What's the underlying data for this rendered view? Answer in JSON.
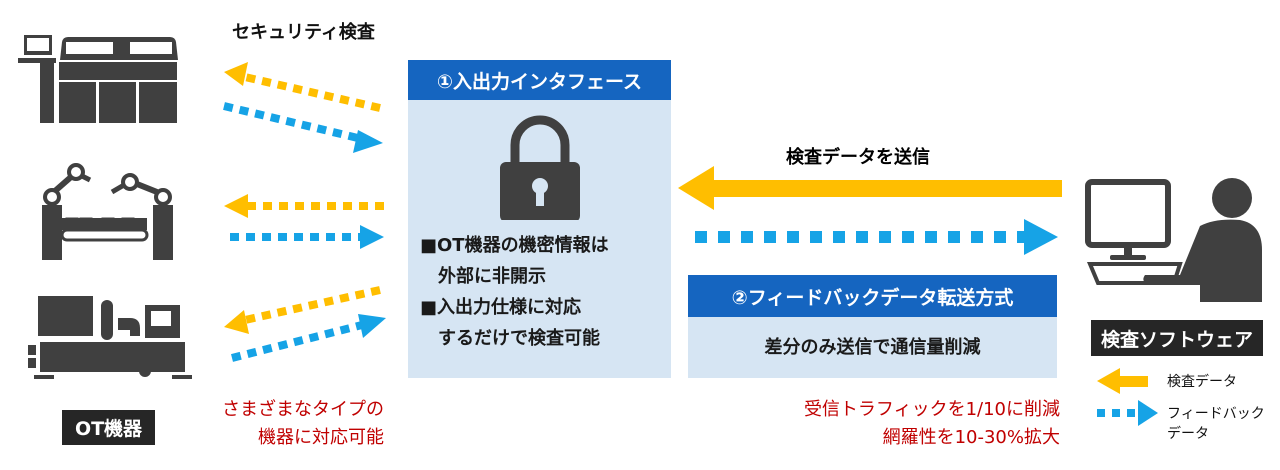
{
  "title": "セキュリティ検査",
  "interface_panel": {
    "header": "①入出力インタフェース",
    "lines": [
      "■OT機器の機密情報は",
      "　外部に非開示",
      "■入出力仕様に対応",
      "　するだけで検査可能"
    ]
  },
  "send_label": "検査データを送信",
  "feedback_panel": {
    "header": "②フィードバックデータ転送方式",
    "body": "差分のみ送信で通信量削減"
  },
  "ot_label": "OT機器",
  "ot_note": [
    "さまざまなタイプの",
    "機器に対応可能"
  ],
  "software_label": "検査ソフトウェア",
  "right_note": [
    "受信トラフィックを1/10に削減",
    "網羅性を10-30%拡大"
  ],
  "legend": {
    "inspection": "検査データ",
    "feedback": [
      "フィードバック",
      "データ"
    ]
  },
  "colors": {
    "orange": "#FFBE00",
    "blue": "#16A3E6",
    "header": "#1565C0",
    "panel": "#D6E5F3",
    "icon": "#404040",
    "red": "#C00000"
  }
}
